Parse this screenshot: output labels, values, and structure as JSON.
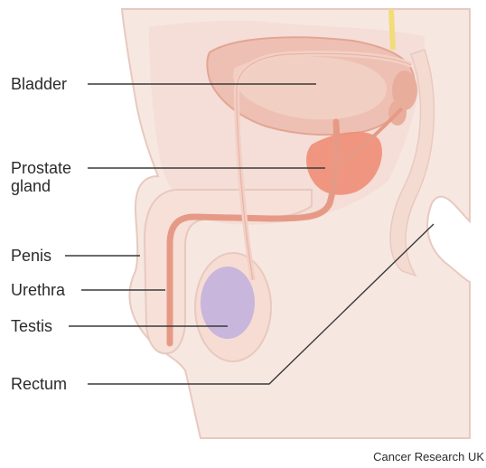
{
  "labels": {
    "bladder": "Bladder",
    "prostate_line1": "Prostate",
    "prostate_line2": "gland",
    "penis": "Penis",
    "urethra": "Urethra",
    "testis": "Testis",
    "rectum": "Rectum"
  },
  "credit": "Cancer Research UK",
  "colors": {
    "skin_outer": "#f7e7e1",
    "skin_inner": "#f1d9d0",
    "skin_outline": "#e8c9bf",
    "bladder_fill": "#eec0b3",
    "bladder_wall": "#e3a594",
    "prostate_fill": "#ef8f78",
    "urethra": "#e69a86",
    "testis_fill": "#c8b6dc",
    "scrotum_fill": "#f6dcd3",
    "spine_yellow": "#f2dc7a",
    "leader_line": "#3a3a3a",
    "text": "#2b2b2b"
  }
}
